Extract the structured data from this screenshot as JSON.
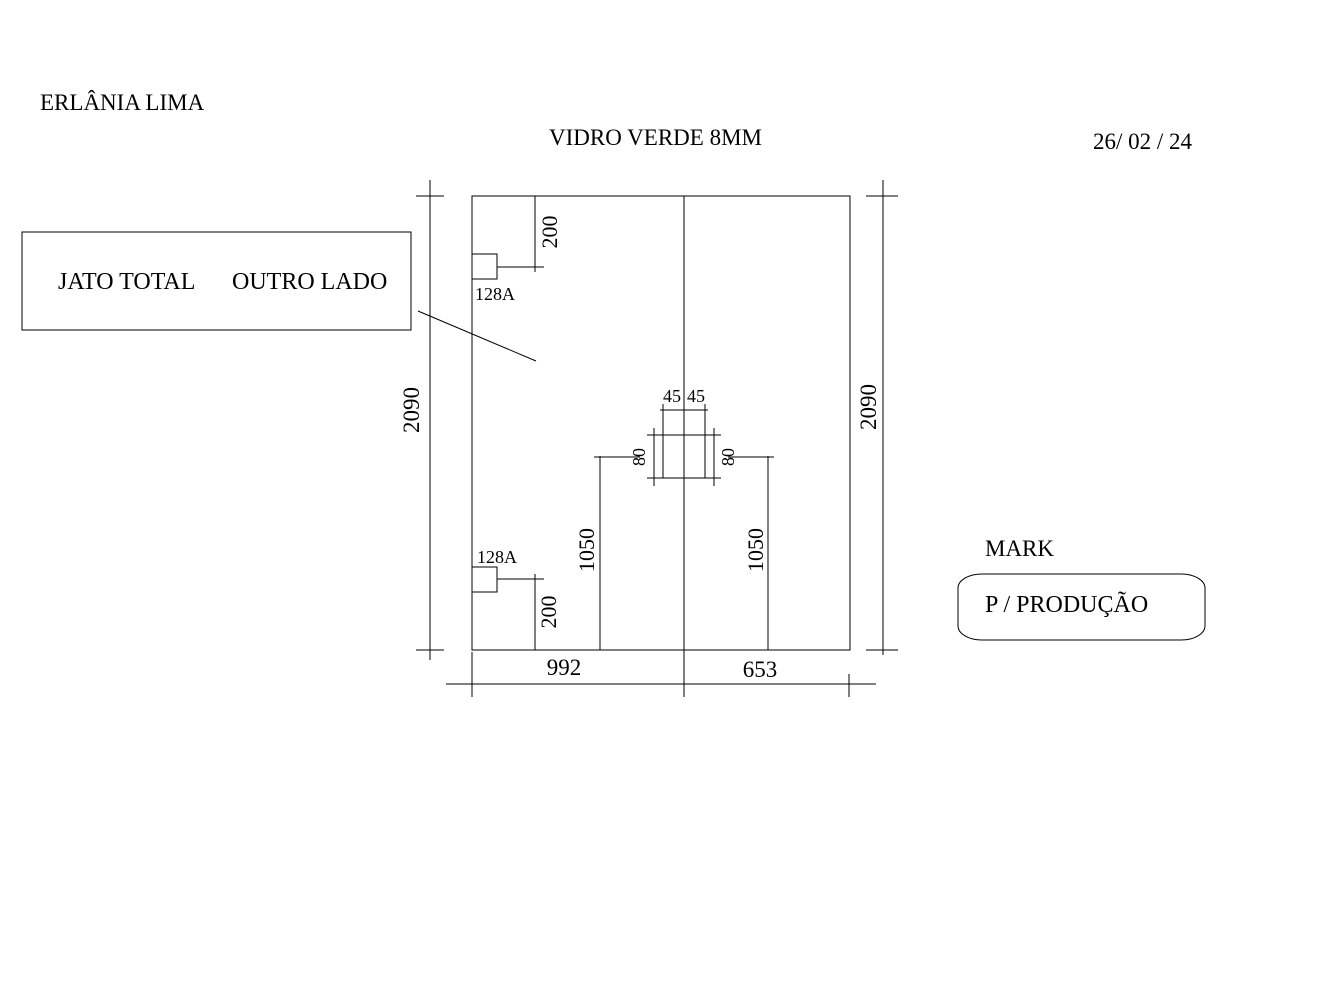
{
  "header": {
    "client": "ERLÂNIA LIMA",
    "material": "VIDRO VERDE 8MM",
    "date": "26/ 02 / 24"
  },
  "note_box": {
    "text_left": "JATO TOTAL",
    "text_right": "OUTRO LADO"
  },
  "dimensions": {
    "height_left": "2090",
    "height_right": "2090",
    "width_left": "992",
    "width_right": "653",
    "hole_top_offset": "200",
    "hole_bottom_offset": "200",
    "hole_top_code": "128A",
    "hole_bottom_code": "128A",
    "cutout_half_width_left": "45",
    "cutout_half_width_right": "45",
    "cutout_height_left": "80",
    "cutout_height_right": "80",
    "cutout_elevation_left": "1050",
    "cutout_elevation_right": "1050"
  },
  "side_panel": {
    "label": "MARK",
    "status": "P / PRODUÇÃO"
  }
}
